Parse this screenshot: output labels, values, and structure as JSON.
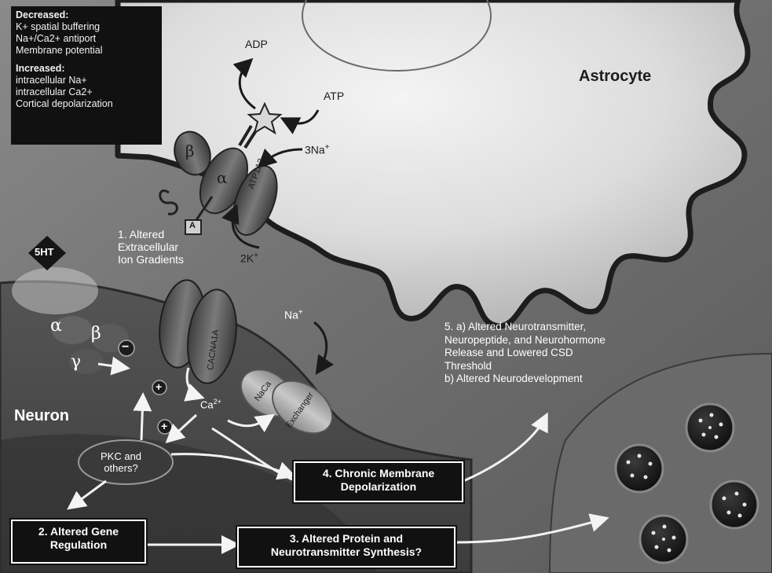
{
  "info_panel": {
    "decreased_title": "Decreased:",
    "decreased_items": [
      "K+ spatial buffering",
      "Na+/Ca2+ antiport",
      "Membrane potential"
    ],
    "increased_title": "Increased:",
    "increased_items": [
      "intracellular Na+",
      "intracellular Ca2+",
      "Cortical depolarization"
    ]
  },
  "cells": {
    "astrocyte": "Astrocyte",
    "neuron": "Neuron"
  },
  "pump": {
    "adp": "ADP",
    "atp": "ATP",
    "na": "3Na",
    "na_sup": "+",
    "k": "2K",
    "k_sup": "+",
    "beta": "β",
    "alpha": "α",
    "atp1a2": "ATP1A2",
    "subunit_a": "A"
  },
  "serotonin": "5HT",
  "gradients": [
    "1. Altered",
    "Extracellular",
    "Ion Gradients"
  ],
  "channel": {
    "alpha": "α",
    "beta": "β",
    "gamma": "γ",
    "cacna1a": "CACNA1A",
    "ca": "Ca",
    "ca_sup": "2+",
    "na": "Na",
    "na_sup": "+",
    "exchanger_top": "NaCa",
    "exchanger_bottom": "Exchanger",
    "minus": "−",
    "plus": "+"
  },
  "pkc": [
    "PKC and",
    "others?"
  ],
  "outcome5": [
    "5. a) Altered Neurotransmitter,",
    "Neuropeptide, and Neurohormone",
    "Release and Lowered CSD",
    "Threshold",
    "b) Altered Neurodevelopment"
  ],
  "boxes": {
    "b2": [
      "2. Altered Gene",
      "Regulation"
    ],
    "b3": [
      "3. Altered Protein and",
      "Neurotransmitter Synthesis?"
    ],
    "b4": [
      "4. Chronic Membrane",
      "Depolarization"
    ]
  }
}
